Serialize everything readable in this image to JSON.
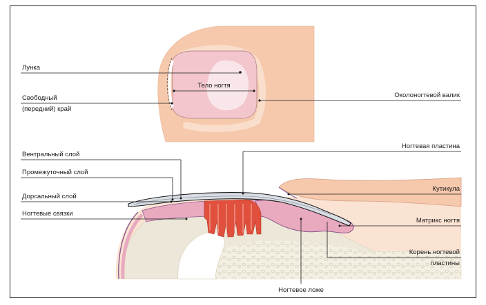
{
  "labels": {
    "lunula": "Лунка",
    "free_edge_line1": "Свободный",
    "free_edge_line2": "(передний) край",
    "nail_body": "Тело ногтя",
    "nail_fold": "Околоногтевой валик",
    "ventral_layer": "Вентральный  слой",
    "intermediate_layer": "Промежуточный слой",
    "dorsal_layer": "Дорсальный слой",
    "nail_ligaments": "Ногтевые связки",
    "nail_plate": "Ногтевая пластина",
    "cuticle": "Кутикула",
    "nail_matrix": "Матрикс ногтя",
    "nail_root_line1": "Корень ногтевой",
    "nail_root_line2": "пластины",
    "nail_bed": "Ногтевое ложе"
  },
  "colors": {
    "skin": "#f6c9ad",
    "skin_light": "#fbe3d3",
    "nail_pink": "#f2c6cc",
    "lunula": "#f9e6ea",
    "matrix_pink": "#e9a9bf",
    "matrix_purple": "#8a5a8c",
    "ligament_red": "#e0503d",
    "bone": "#ece7d8",
    "bone_tissue": "#f3efe2",
    "nail_plate": "#d9dde4",
    "line": "#1a1a1a"
  }
}
